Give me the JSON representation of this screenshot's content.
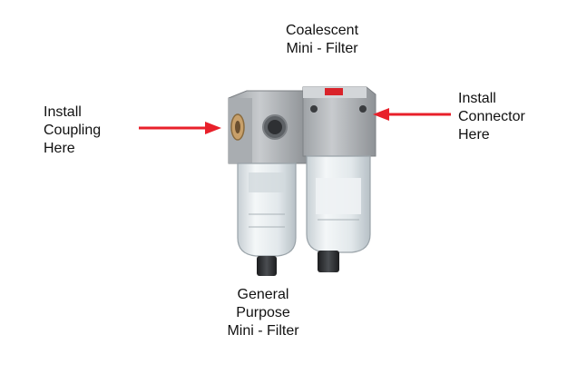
{
  "labels": {
    "left": [
      "Install",
      "Coupling",
      "Here"
    ],
    "top": [
      "Coalescent",
      "Mini - Filter"
    ],
    "right": [
      "Install",
      "Connector",
      "Here"
    ],
    "bottom": [
      "General",
      "Purpose",
      "Mini - Filter"
    ]
  },
  "colors": {
    "arrow": "#e8202a",
    "body": "#b9bcc0",
    "body_dark": "#8e9296",
    "bowl": "#e6ecef",
    "knob": "#2b2d30",
    "badge": "#d9232a"
  }
}
